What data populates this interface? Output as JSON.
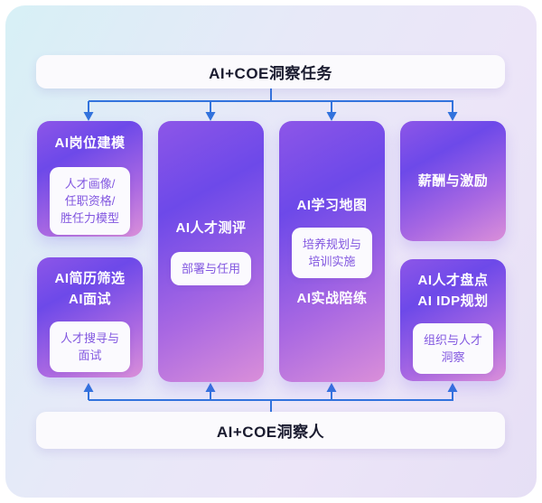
{
  "colors": {
    "accent_blue": "#3273dd",
    "box_gradient_top": "#8d56e8",
    "box_gradient_mid": "#6d49e9",
    "box_gradient_bottom": "#da8fd9",
    "box_title_text": "#ffffff",
    "subbox_bg": "#fbfafe",
    "subbox_text": "#8257e0",
    "bar_bg": "#fbfafd",
    "bar_text": "#1a1b2f",
    "canvas_bg_start": "#d7f0f6",
    "canvas_bg_end": "#e6dff5"
  },
  "top_bar": {
    "label": "AI+COE洞察任务"
  },
  "bottom_bar": {
    "label": "AI+COE洞察人"
  },
  "columns": [
    {
      "boxes": [
        {
          "title_lines": [
            "AI岗位建模"
          ],
          "sub_lines": [
            "人才画像/",
            "任职资格/",
            "胜任力模型"
          ]
        },
        {
          "title_lines": [
            "AI简历筛选",
            "AI面试"
          ],
          "sub_lines": [
            "人才搜寻与",
            "面试"
          ]
        }
      ]
    },
    {
      "boxes": [
        {
          "title_lines": [
            "AI人才测评"
          ],
          "sub_lines": [
            "部署与任用"
          ]
        }
      ]
    },
    {
      "boxes": [
        {
          "title_lines": [
            "AI学习地图"
          ],
          "sub_lines": [
            "培养规划与",
            "培训实施"
          ],
          "footer_lines": [
            "AI实战陪练"
          ]
        }
      ]
    },
    {
      "boxes": [
        {
          "title_lines": [
            "薪酬与激励"
          ]
        },
        {
          "title_lines": [
            "AI人才盘点",
            "AI IDP规划"
          ],
          "sub_lines": [
            "组织与人才",
            "洞察"
          ]
        }
      ]
    }
  ]
}
